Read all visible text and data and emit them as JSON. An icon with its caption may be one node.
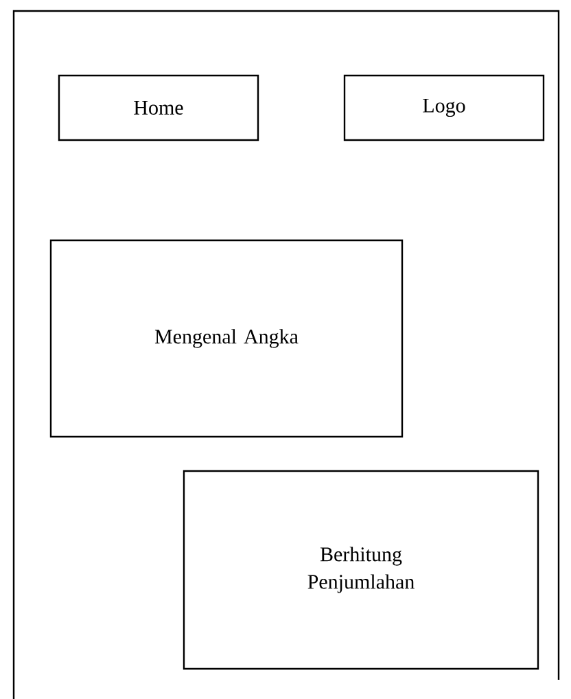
{
  "diagram": {
    "nodes": [
      {
        "text": [],
        "shape": "box"
      },
      {
        "text": [
          "Home"
        ],
        "in": 0
      },
      {
        "text": [
          "Logo"
        ],
        "in": 0
      },
      {
        "text": [
          "Mengenal Angka"
        ],
        "in": 0
      },
      {
        "text": [
          "Berhitung Penjumlahan"
        ],
        "in": 0
      }
    ]
  }
}
